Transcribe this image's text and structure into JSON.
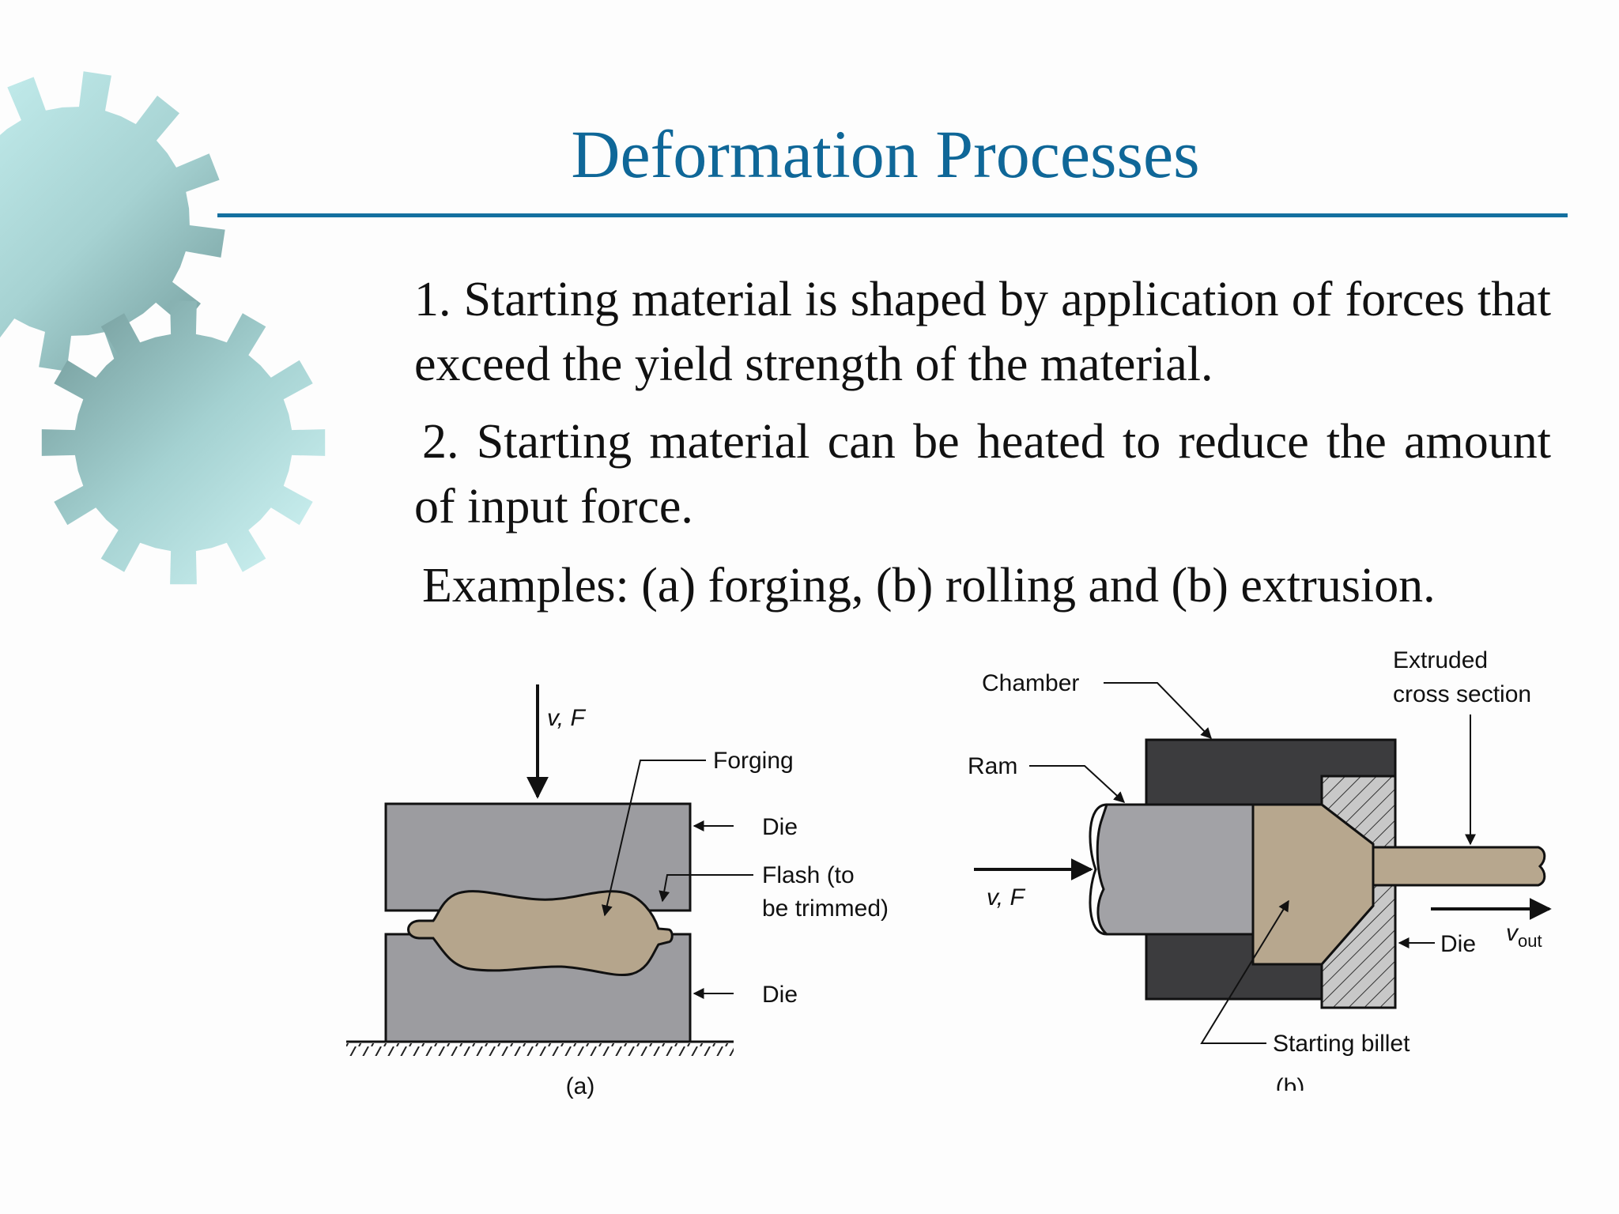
{
  "slide": {
    "title": "Deformation Processes",
    "points": [
      "1. Starting material is shaped by application of forces that exceed the yield strength of the material.",
      "2. Starting material can be heated to reduce the amount of input force.",
      "Examples: (a) forging, (b) rolling and (b) extrusion."
    ],
    "accent_color": "#0f6798"
  },
  "figure_a": {
    "caption": "(a)",
    "labels": {
      "force": "v, F",
      "forging": "Forging",
      "die_top": "Die",
      "flash_line1": "Flash (to",
      "flash_line2": "be trimmed)",
      "die_bottom": "Die"
    }
  },
  "figure_b": {
    "caption": "(b)",
    "labels": {
      "chamber": "Chamber",
      "extruded_line1": "Extruded",
      "extruded_line2": "cross section",
      "ram": "Ram",
      "force": "v, F",
      "die": "Die",
      "vout": "v",
      "vout_sub": "out",
      "billet": "Starting billet"
    }
  },
  "decorations": {
    "icon": "gear-icon"
  }
}
